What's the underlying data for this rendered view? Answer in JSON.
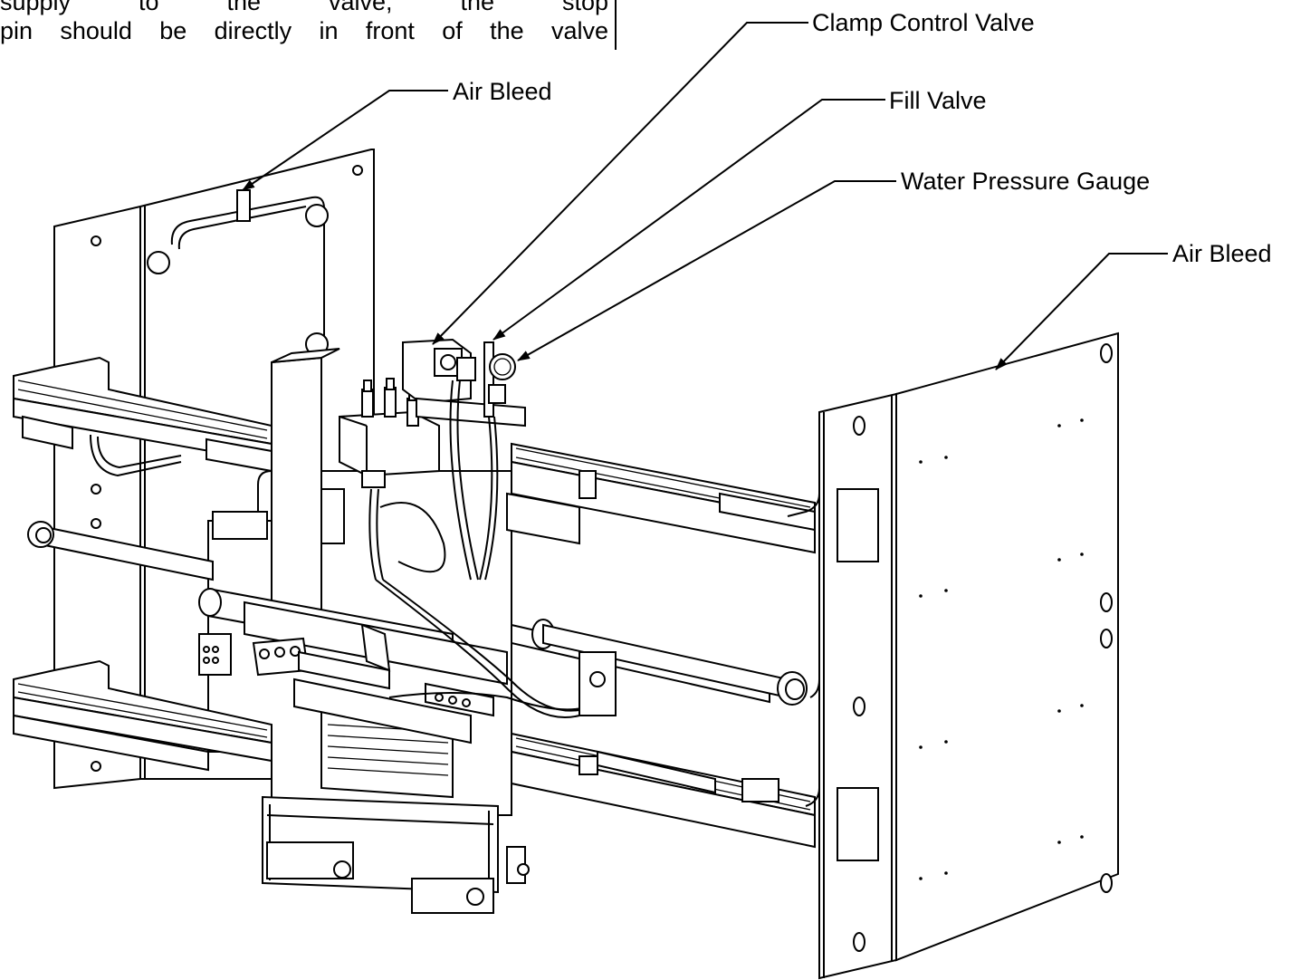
{
  "instruction_text": {
    "line1": "supply to the valve, the stop",
    "line2": "pin should be directly in front of the valve"
  },
  "callouts": {
    "clamp_control_valve": "Clamp Control Valve",
    "fill_valve": "Fill Valve",
    "water_pressure_gauge": "Water Pressure Gauge",
    "air_bleed_left": "Air Bleed",
    "air_bleed_right": "Air Bleed"
  },
  "colors": {
    "line": "#000000",
    "background": "#ffffff",
    "shade": "#e9e9e9"
  }
}
